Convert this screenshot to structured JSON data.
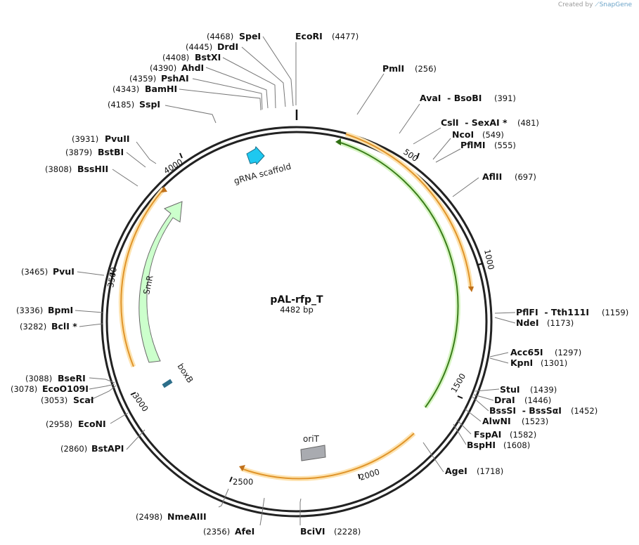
{
  "credit": {
    "prefix": "Created by",
    "brand": "SnapGene"
  },
  "plasmid": {
    "name": "pAL-rfp_T",
    "length_label": "4482 bp",
    "length": 4482
  },
  "ticks": [
    "500",
    "1000",
    "1500",
    "2000",
    "2500",
    "3000",
    "3500",
    "4000"
  ],
  "sites": [
    {
      "name": "EcoRI",
      "pos": "(4477)"
    },
    {
      "name": "PmlI",
      "pos": "(256)"
    },
    {
      "name": "AvaI  - BsoBI",
      "pos": "(391)"
    },
    {
      "name": "CslI  - SexAI *",
      "pos": "(481)"
    },
    {
      "name": "NcoI",
      "pos": "(549)"
    },
    {
      "name": "PflMI",
      "pos": "(555)"
    },
    {
      "name": "AflII",
      "pos": "(697)"
    },
    {
      "name": "PflFI  - Tth111I",
      "pos": "(1159)"
    },
    {
      "name": "NdeI",
      "pos": "(1173)"
    },
    {
      "name": "Acc65I",
      "pos": "(1297)"
    },
    {
      "name": "KpnI",
      "pos": "(1301)"
    },
    {
      "name": "StuI",
      "pos": "(1439)"
    },
    {
      "name": "DraI",
      "pos": "(1446)"
    },
    {
      "name": "BssSI  - BssSαI",
      "pos": "(1452)"
    },
    {
      "name": "AlwNI",
      "pos": "(1523)"
    },
    {
      "name": "FspAI",
      "pos": "(1582)"
    },
    {
      "name": "BspHI",
      "pos": "(1608)"
    },
    {
      "name": "AgeI",
      "pos": "(1718)"
    },
    {
      "name": "BciVI",
      "pos": "(2228)"
    },
    {
      "name": "AfeI",
      "pos": "(2356)"
    },
    {
      "name": "NmeAIII",
      "pos": "(2498)"
    },
    {
      "name": "BstAPI",
      "pos": "(2860)"
    },
    {
      "name": "EcoNI",
      "pos": "(2958)"
    },
    {
      "name": "ScaI",
      "pos": "(3053)"
    },
    {
      "name": "EcoO109I",
      "pos": "(3078)"
    },
    {
      "name": "BseRI",
      "pos": "(3088)"
    },
    {
      "name": "BclI *",
      "pos": "(3282)"
    },
    {
      "name": "BpmI",
      "pos": "(3336)"
    },
    {
      "name": "PvuI",
      "pos": "(3465)"
    },
    {
      "name": "BssHII",
      "pos": "(3808)"
    },
    {
      "name": "BstBI",
      "pos": "(3879)"
    },
    {
      "name": "PvuII",
      "pos": "(3931)"
    },
    {
      "name": "SspI",
      "pos": "(4185)"
    },
    {
      "name": "BamHI",
      "pos": "(4343)"
    },
    {
      "name": "PshAI",
      "pos": "(4359)"
    },
    {
      "name": "AhdI",
      "pos": "(4390)"
    },
    {
      "name": "BstXI",
      "pos": "(4408)"
    },
    {
      "name": "DrdI",
      "pos": "(4445)"
    },
    {
      "name": "SpeI",
      "pos": "(4468)"
    }
  ],
  "features": [
    {
      "label": "gRNA scaffold",
      "color": "#1ec8f0"
    },
    {
      "label": "SmR",
      "color": "#ccffcc"
    },
    {
      "label": "boxB",
      "color": "#2d6e8a"
    },
    {
      "label": "oriT",
      "color": "#a9abb0"
    }
  ],
  "colors": {
    "orange": "#e0942a",
    "orange_glow": "#fde3b0",
    "green": "#3a7d1a",
    "green_glow": "#d7f5c3"
  }
}
